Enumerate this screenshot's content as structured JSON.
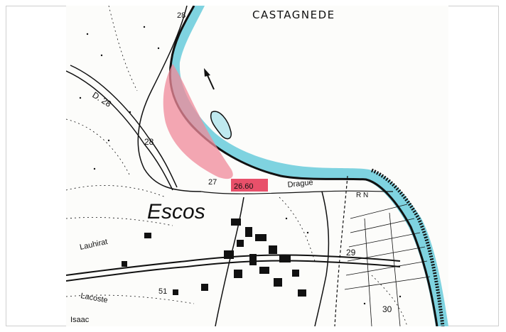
{
  "map": {
    "labels": {
      "town_north": "CASTAGNEDE",
      "town_main": "Escos",
      "road_d28": "D. 28",
      "road_28_top": "28",
      "road_28_mid": "28",
      "spot_27": "27",
      "elevation_flood": "26.60",
      "drague": "Drague",
      "rn": "R N",
      "spot_29": "29",
      "spot_30": "30",
      "lauhirat": "Lauhirat",
      "lacoste": "Lacoste",
      "spot_51": "51",
      "isaac": "Isaac"
    },
    "colors": {
      "river": "#7fd3e0",
      "flood_zone": "#f08a9a",
      "elevation_box": "#e8506a",
      "ink": "#111111"
    }
  }
}
